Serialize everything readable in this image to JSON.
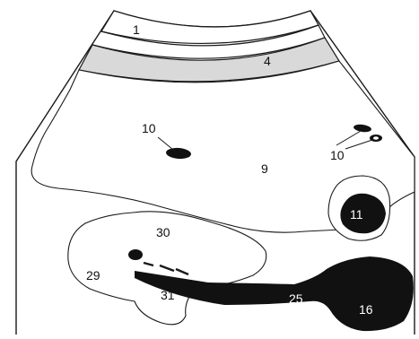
{
  "diagram": {
    "labels": {
      "l1": "1",
      "l4": "4",
      "l9": "9",
      "l10a": "10",
      "l10b": "10",
      "l11": "11",
      "l16": "16",
      "l25": "25",
      "l29": "29",
      "l30": "30",
      "l31": "31"
    },
    "colors": {
      "outline": "#1a1a1a",
      "dark_fill": "#111111",
      "band_fill": "#d9d9d9",
      "background": "#ffffff",
      "label_on_dark": "#ffffff"
    }
  }
}
